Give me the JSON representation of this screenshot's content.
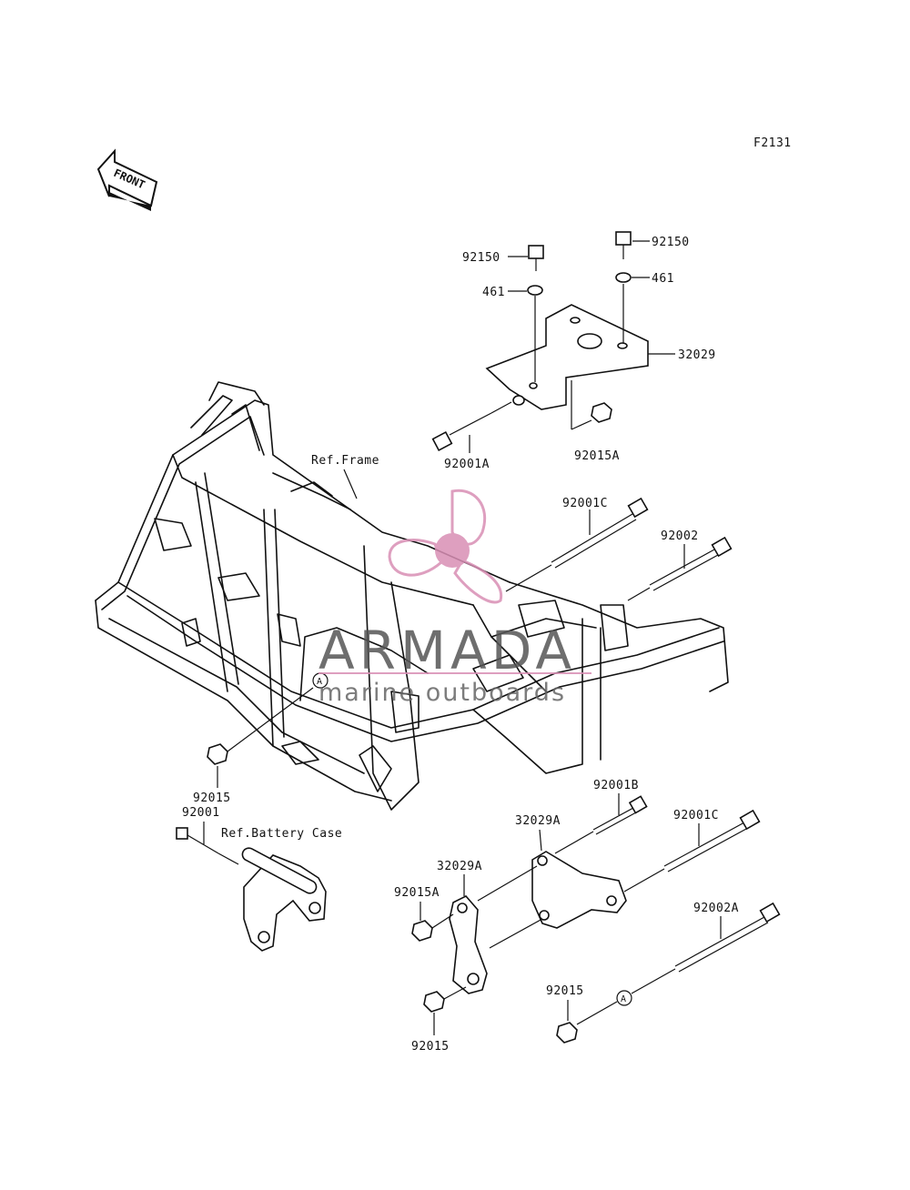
{
  "figure_code": "F2131",
  "front_label": "FRONT",
  "refs": {
    "frame": "Ref.Frame",
    "battery_case": "Ref.Battery Case"
  },
  "callout_marker": "A",
  "parts": {
    "p92150_left": "92150",
    "p92150_right": "92150",
    "p461_left": "461",
    "p461_right": "461",
    "p32029": "32029",
    "p92001A": "92001A",
    "p92015A_top": "92015A",
    "p92001C_top": "92001C",
    "p92002": "92002",
    "p92015_left": "92015",
    "p92001": "92001",
    "p92001B": "92001B",
    "p32029A_upper": "32029A",
    "p32029A_lower": "32029A",
    "p92001C_bottom": "92001C",
    "p92015A_bottom": "92015A",
    "p92002A": "92002A",
    "p92015_bottom_right": "92015",
    "p92015_bottom": "92015"
  },
  "watermark": {
    "brand": "ARMADA",
    "tagline": "marine outboards",
    "accent_color": "#d98fb5",
    "text_color": "#555555"
  }
}
